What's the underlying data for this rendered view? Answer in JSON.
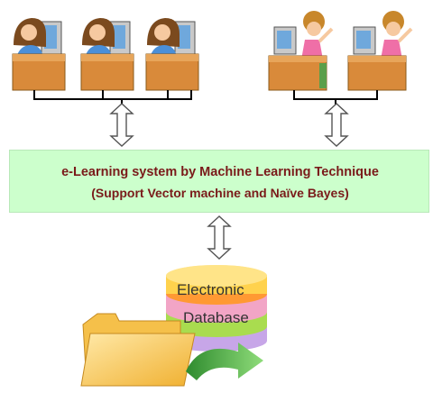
{
  "system": {
    "title": "e-Learning system by Machine Learning Technique",
    "subtitle": "(Support Vector machine and Naïve Bayes)"
  },
  "database": {
    "line1": "Electronic",
    "line2": "Database"
  },
  "groups": {
    "left_users": 3,
    "right_users": 2
  },
  "icons": {
    "learner": "person-at-computer-icon",
    "teacher": "cheering-person-at-computer-icon",
    "arrow": "double-headed-arrow-icon",
    "database": "database-stack-icon",
    "folder": "folder-icon"
  },
  "colors": {
    "box_fill": "#ccffcc",
    "text": "#7a1a1a",
    "desk": "#d98a3a",
    "db_colors": [
      "#ffd24d",
      "#ff9933",
      "#f2a5c6",
      "#a9dc4f",
      "#c7a6e8"
    ]
  }
}
